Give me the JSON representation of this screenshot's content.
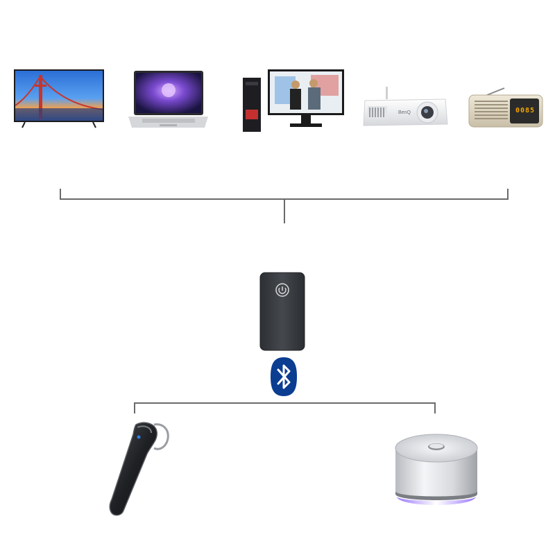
{
  "diagram": {
    "source_devices": [
      {
        "id": "tv",
        "icon": "television-icon"
      },
      {
        "id": "laptop",
        "icon": "laptop-icon"
      },
      {
        "id": "desktop",
        "icon": "desktop-computer-icon"
      },
      {
        "id": "projector",
        "icon": "projector-icon",
        "brand_text": "BenQ"
      },
      {
        "id": "radio",
        "icon": "radio-icon",
        "display_text": "0085"
      }
    ],
    "hub_device": {
      "id": "bluetooth-transceiver",
      "icon": "bluetooth-adapter-icon"
    },
    "link": {
      "icon": "bluetooth-icon"
    },
    "output_devices": [
      {
        "id": "headset",
        "icon": "bluetooth-headset-icon"
      },
      {
        "id": "speaker",
        "icon": "portable-speaker-icon"
      }
    ]
  },
  "colors": {
    "connector": "#6a6a6a",
    "bluetooth": "#0b3d91",
    "hub_body": "#3a3d40",
    "speaker_glow": "#b48cff"
  }
}
